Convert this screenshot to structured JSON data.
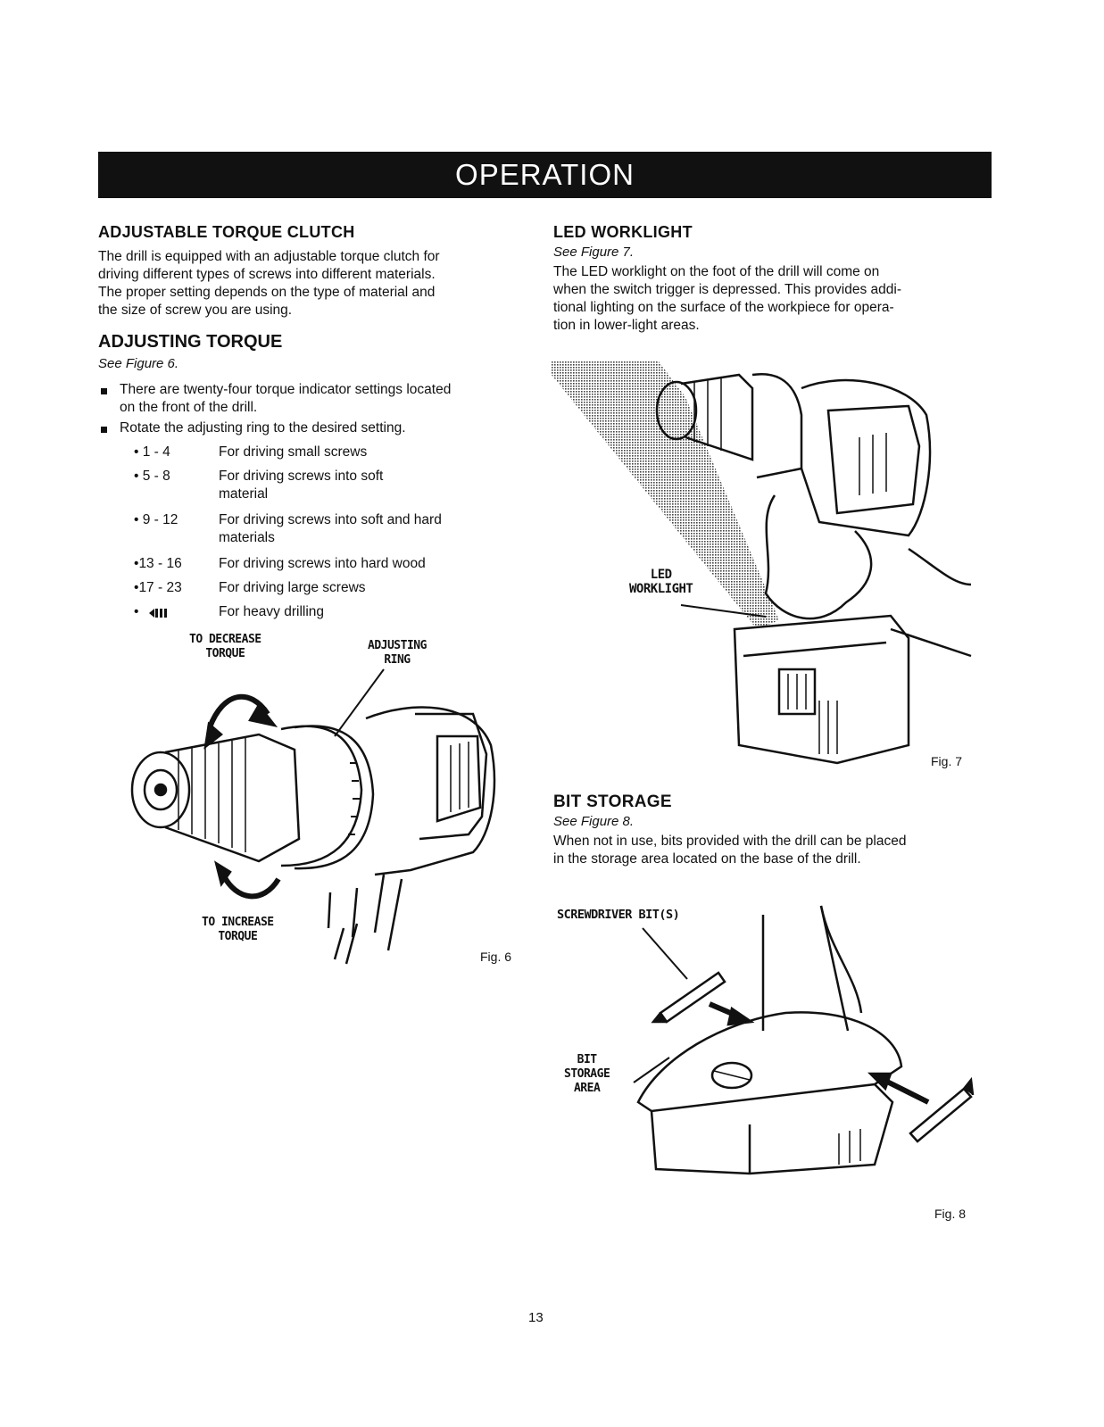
{
  "banner": {
    "title": "OPERATION"
  },
  "left": {
    "clutch_heading": "ADJUSTABLE TORQUE CLUTCH",
    "clutch_text": [
      "The drill is equipped with an adjustable torque clutch for",
      "driving different types of screws into different materials.",
      "The proper setting depends on the type of material and",
      "the size of screw you are using."
    ],
    "adjusting_heading": "ADJUSTING TORQUE",
    "adjusting_see": "See Figure 6.",
    "bullets": [
      [
        "There are twenty-four torque indicator settings located",
        "on the front of the drill."
      ],
      [
        "Rotate the adjusting ring to the desired setting."
      ]
    ],
    "settings": [
      {
        "range": "1 - 4",
        "desc": [
          "For driving small screws"
        ]
      },
      {
        "range": "5 - 8",
        "desc": [
          "For driving screws into soft",
          "material"
        ]
      },
      {
        "range": "9 - 12",
        "desc": [
          "For driving screws into soft and hard",
          "materials"
        ]
      },
      {
        "range": "13 - 16",
        "desc": [
          "For driving screws into hard wood"
        ]
      },
      {
        "range": "17 - 23",
        "desc": [
          "For driving large screws"
        ]
      },
      {
        "range": "",
        "desc": [
          "For heavy drilling"
        ]
      }
    ],
    "fig6": {
      "decrease": [
        "TO DECREASE",
        "TORQUE"
      ],
      "ring": [
        "ADJUSTING",
        "RING"
      ],
      "increase": [
        "TO INCREASE",
        "TORQUE"
      ],
      "caption": "Fig. 6"
    }
  },
  "right": {
    "led_heading": "LED WORKLIGHT",
    "led_see": "See Figure 7.",
    "led_text": [
      "The LED worklight on the foot of the drill will come on",
      "when the switch trigger is depressed. This provides addi-",
      "tional lighting on the surface of the workpiece for opera-",
      "tion in lower-light areas."
    ],
    "fig7": {
      "label": [
        "LED",
        "WORKLIGHT"
      ],
      "caption": "Fig. 7"
    },
    "bit_heading": "BIT STORAGE",
    "bit_see": "See Figure 8.",
    "bit_text": [
      "When not in use, bits provided with the drill can be placed",
      "in the storage area located on the base of the drill."
    ],
    "fig8": {
      "screwdriver": "SCREWDRIVER BIT(S)",
      "storage": [
        "BIT",
        "STORAGE",
        "AREA"
      ],
      "caption": "Fig. 8"
    }
  },
  "page_number": "13"
}
